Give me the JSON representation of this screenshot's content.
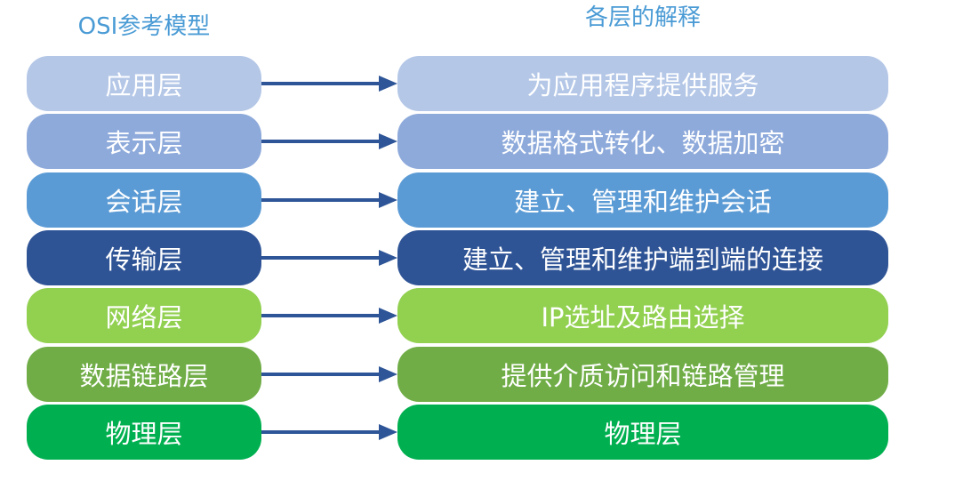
{
  "headings": {
    "left": "OSI参考模型",
    "right": "各层的解释"
  },
  "arrow_color": "#2e5597",
  "layers": [
    {
      "name": "应用层",
      "description": "为应用程序提供服务",
      "fill": "#b4c7e7",
      "text_color": "#ffffff"
    },
    {
      "name": "表示层",
      "description": "数据格式转化、数据加密",
      "fill": "#8eaadb",
      "text_color": "#ffffff"
    },
    {
      "name": "会话层",
      "description": "建立、管理和维护会话",
      "fill": "#5b9bd5",
      "text_color": "#ffffff"
    },
    {
      "name": "传输层",
      "description": "建立、管理和维护端到端的连接",
      "fill": "#2f5496",
      "text_color": "#ffffff"
    },
    {
      "name": "网络层",
      "description": "IP选址及路由选择",
      "fill": "#92d050",
      "text_color": "#ffffff"
    },
    {
      "name": "数据链路层",
      "description": "提供介质访问和链路管理",
      "fill": "#70ad47",
      "text_color": "#ffffff"
    },
    {
      "name": "物理层",
      "description": "物理层",
      "fill": "#00b050",
      "text_color": "#ffffff"
    }
  ]
}
